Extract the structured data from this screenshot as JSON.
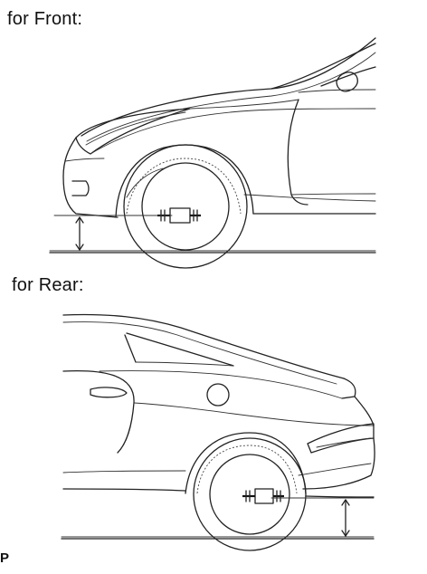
{
  "labels": {
    "front": "for Front:",
    "rear": "for Rear:",
    "code": "P"
  }
}
